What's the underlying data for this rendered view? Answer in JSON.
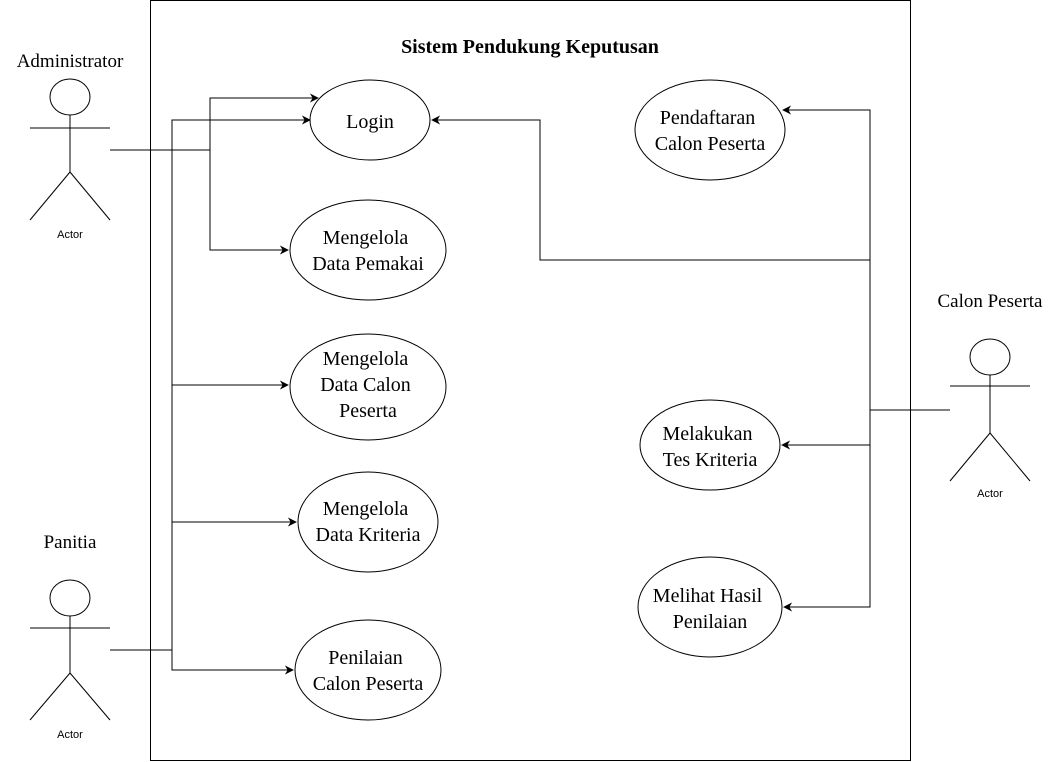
{
  "system": {
    "title": "Sistem Pendukung Keputusan"
  },
  "actors": [
    {
      "id": "administrator",
      "name": "Administrator",
      "stereotype": "Actor"
    },
    {
      "id": "panitia",
      "name": "Panitia",
      "stereotype": "Actor"
    },
    {
      "id": "calon-peserta",
      "name": "Calon Peserta",
      "stereotype": "Actor"
    }
  ],
  "use_cases": [
    {
      "id": "login",
      "lines": [
        "Login"
      ]
    },
    {
      "id": "mengelola-data-pemakai",
      "lines": [
        "Mengelola",
        "Data Pemakai"
      ]
    },
    {
      "id": "mengelola-data-calon-peserta",
      "lines": [
        "Mengelola",
        "Data Calon",
        "Peserta"
      ]
    },
    {
      "id": "mengelola-data-kriteria",
      "lines": [
        "Mengelola",
        "Data Kriteria"
      ]
    },
    {
      "id": "penilaian-calon-peserta",
      "lines": [
        "Penilaian",
        "Calon Peserta"
      ]
    },
    {
      "id": "pendaftaran-calon-peserta",
      "lines": [
        "Pendaftaran",
        "Calon Peserta"
      ]
    },
    {
      "id": "melakukan-tes-kriteria",
      "lines": [
        "Melakukan",
        "Tes Kriteria"
      ]
    },
    {
      "id": "melihat-hasil-penilaian",
      "lines": [
        "Melihat Hasil",
        "Penilaian"
      ]
    }
  ],
  "associations": [
    {
      "from": "administrator",
      "to": "login"
    },
    {
      "from": "administrator",
      "to": "mengelola-data-pemakai"
    },
    {
      "from": "panitia",
      "to": "login"
    },
    {
      "from": "panitia",
      "to": "mengelola-data-calon-peserta"
    },
    {
      "from": "panitia",
      "to": "mengelola-data-kriteria"
    },
    {
      "from": "panitia",
      "to": "penilaian-calon-peserta"
    },
    {
      "from": "calon-peserta",
      "to": "pendaftaran-calon-peserta"
    },
    {
      "from": "calon-peserta",
      "to": "login"
    },
    {
      "from": "calon-peserta",
      "to": "melakukan-tes-kriteria"
    },
    {
      "from": "calon-peserta",
      "to": "melihat-hasil-penilaian"
    }
  ]
}
